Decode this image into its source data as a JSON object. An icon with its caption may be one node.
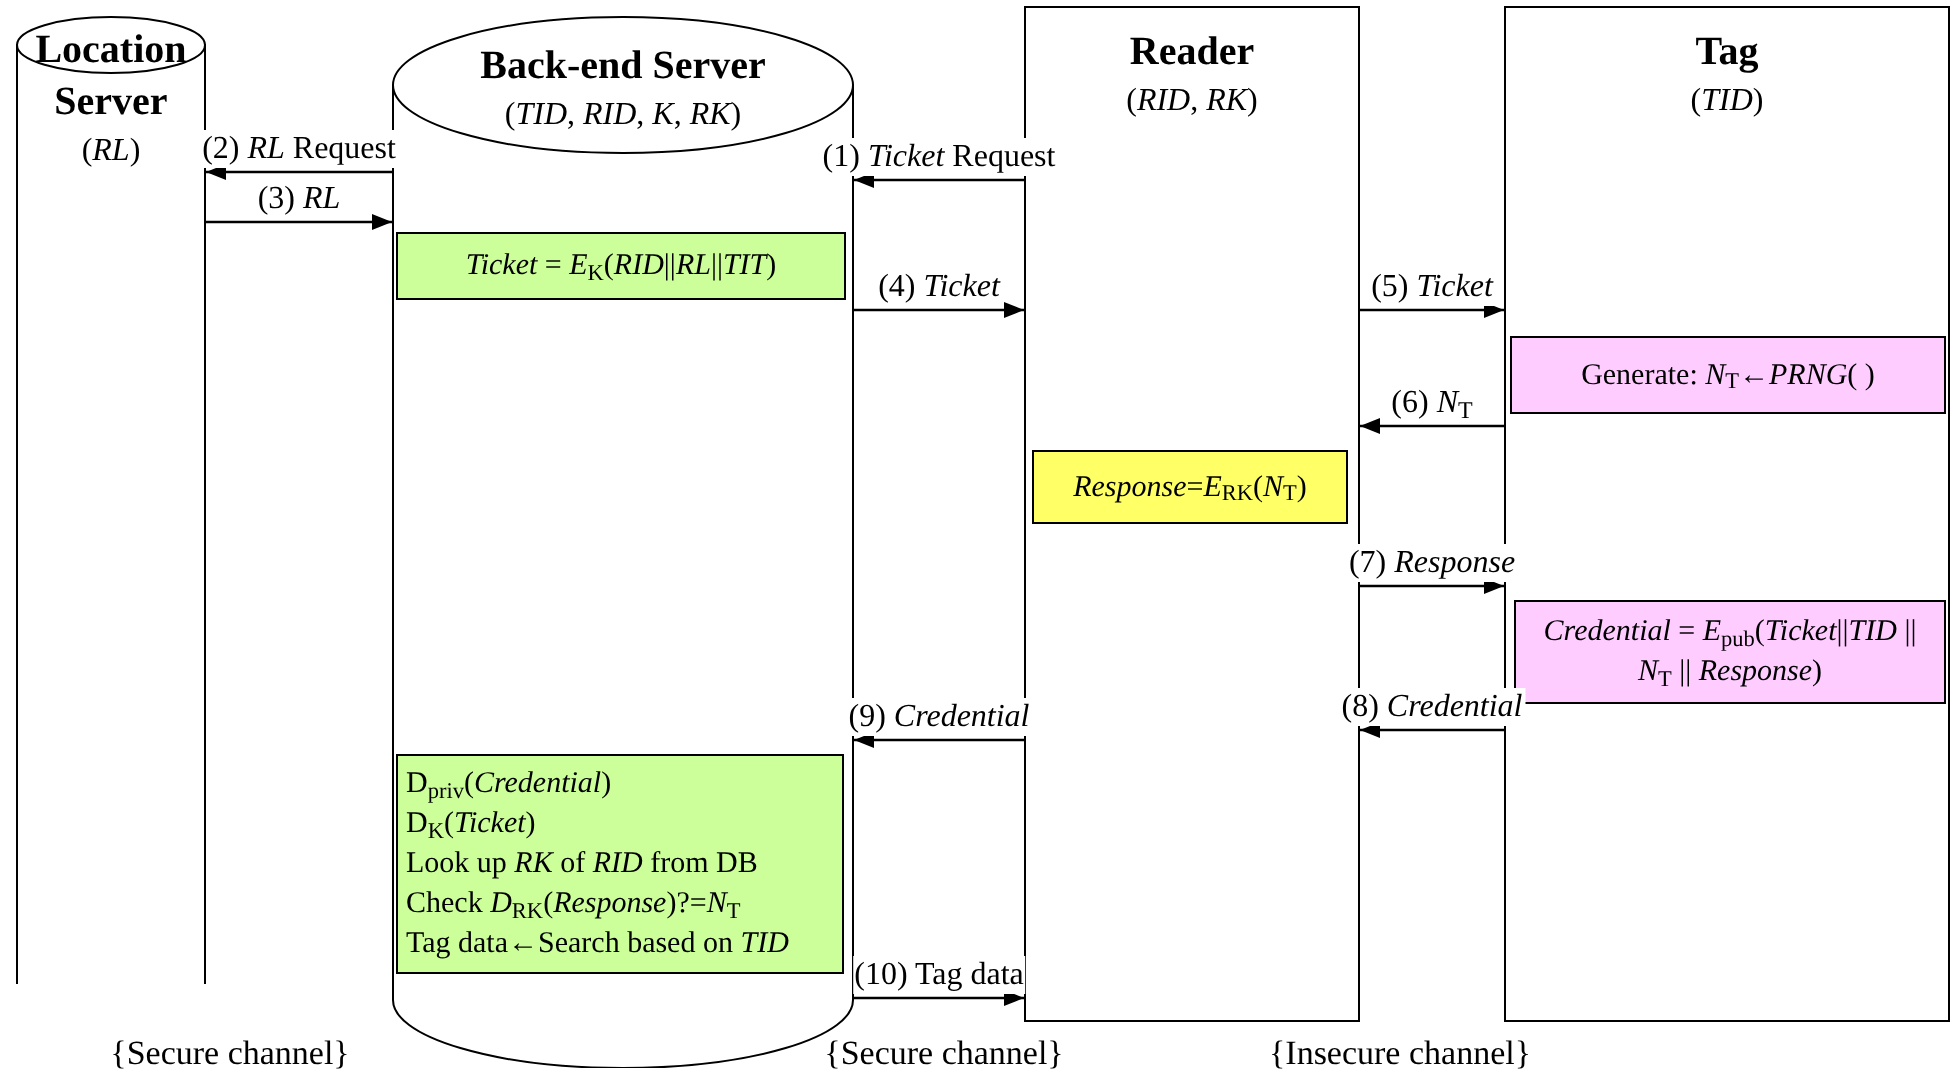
{
  "diagram": {
    "nodes": [
      {
        "text": [
          "Location Server",
          "(*RL*)"
        ]
      },
      {
        "text": [
          "Back-end Server",
          "(*TID*, *RID*, *K*, *RK*)"
        ]
      },
      {
        "text": [
          "Reader",
          "(*RID*, *RK*)"
        ]
      },
      {
        "text": [
          "Tag",
          "(*TID*)"
        ]
      },
      {
        "text": [
          "*Ticket* = *E*$_{K}$(*RID*||*RL*||*TIT*)"
        ],
        "in": 1
      },
      {
        "text": [
          "Generate: *N*$_{T}$←*PRNG*( )"
        ],
        "in": 3
      },
      {
        "text": [
          "*Response*=*E*$_{RK}$(*N*$_{T}$)"
        ],
        "in": 2
      },
      {
        "text": [
          "*Credential* = *E*$_{pub}$(*Ticket*||*TID* || *N*$_{T}$ || *Response*)"
        ],
        "in": 3
      },
      {
        "text": [
          "D$_{priv}$(*Credential*)",
          "D$_{K}$(*Ticket*)",
          "Look up *RK* of *RID* from DB",
          "Check *D*$_{RK}$(*Response*)?=*N*$_{T}$",
          "Tag data←Search based on *TID*"
        ],
        "in": 1
      }
    ],
    "edges": [
      {
        "from": 2,
        "to": 1,
        "arrow": "to",
        "label": "(1) *Ticket* Request"
      },
      {
        "from": 1,
        "to": 0,
        "arrow": "to",
        "label": "(2) *RL* Request"
      },
      {
        "from": 0,
        "to": 1,
        "arrow": "to",
        "label": "(3) *RL*"
      },
      {
        "from": 1,
        "to": 2,
        "arrow": "to",
        "label": "(4) *Ticket*"
      },
      {
        "from": 2,
        "to": 3,
        "arrow": "to",
        "label": "(5) *Ticket*"
      },
      {
        "from": 3,
        "to": 2,
        "arrow": "to",
        "label": "(6) *N*$_{T}$"
      },
      {
        "from": 2,
        "to": 3,
        "arrow": "to",
        "label": "(7) *Response*"
      },
      {
        "from": 3,
        "to": 2,
        "arrow": "to",
        "label": "(8) *Credential*"
      },
      {
        "from": 2,
        "to": 1,
        "arrow": "to",
        "label": "(9) *Credential*"
      },
      {
        "from": 1,
        "to": 2,
        "arrow": "to",
        "label": "(10) Tag data"
      }
    ],
    "labels": [
      "{Secure channel}",
      "{Secure channel}",
      "{Insecure channel}"
    ]
  }
}
